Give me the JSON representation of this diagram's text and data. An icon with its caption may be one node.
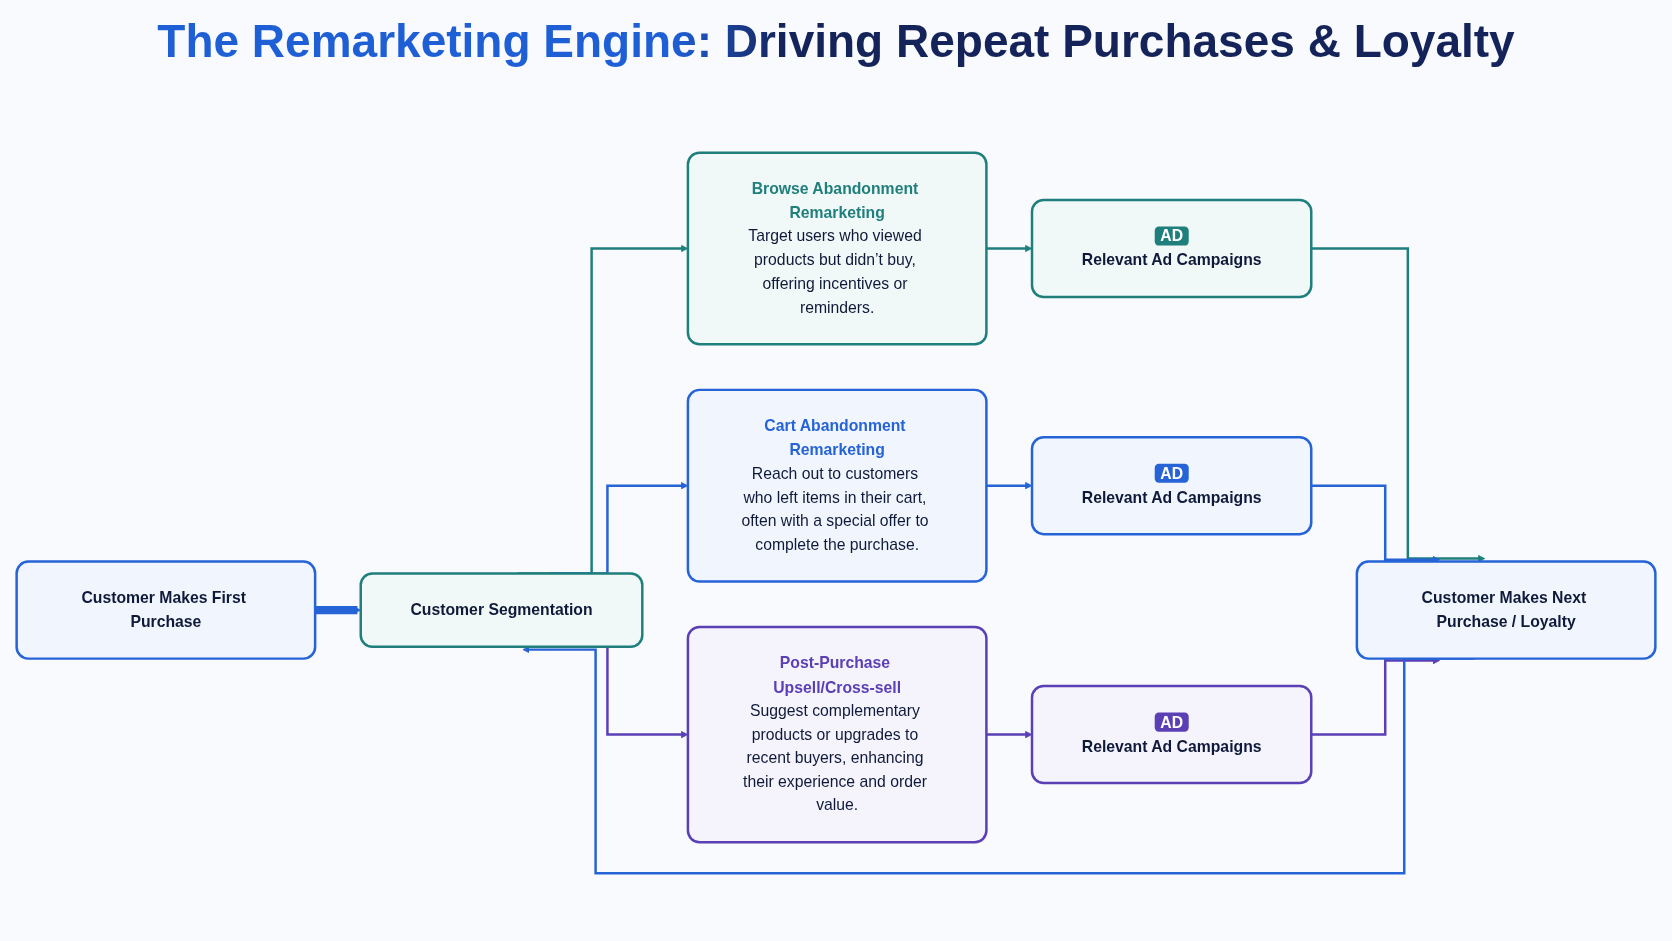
{
  "diagram": {
    "title": "The Remarketing Engine: Driving Repeat Purchases & Loyalty",
    "nodes": [
      {
        "text": [
          "Customer Makes First Purchase"
        ]
      },
      {
        "text": [
          "Customer Segmentation"
        ]
      },
      {
        "text": [
          "Browse Abandonment Remarketing",
          "Target users who viewed products but didn’t buy, offering incentives or reminders."
        ]
      },
      {
        "text": [
          "AD",
          "Relevant Ad Campaigns"
        ]
      },
      {
        "text": [
          "Cart Abandonment Remarketing",
          "Reach out to customers who left items in their cart, often with a special offer to complete the purchase."
        ]
      },
      {
        "text": [
          "AD",
          "Relevant Ad Campaigns"
        ]
      },
      {
        "text": [
          "Post-Purchase Upsell/Cross-sell",
          "Suggest complementary products or upgrades to recent buyers, enhancing their experience and order value."
        ]
      },
      {
        "text": [
          "AD",
          "Relevant Ad Campaigns"
        ]
      },
      {
        "text": [
          "Customer Makes Next Purchase / Loyalty"
        ]
      }
    ],
    "edges": [
      {
        "from": 0,
        "to": 1,
        "arrow": "to",
        "style": "thick"
      },
      {
        "from": 1,
        "to": 2,
        "arrow": "to",
        "color": "#1f7f7c"
      },
      {
        "from": 1,
        "to": 4,
        "arrow": "to"
      },
      {
        "from": 1,
        "to": 6,
        "arrow": "to",
        "color": "#5a3fb5"
      },
      {
        "from": 2,
        "to": 3,
        "arrow": "to",
        "color": "#1f7f7c"
      },
      {
        "from": 4,
        "to": 5,
        "arrow": "to"
      },
      {
        "from": 6,
        "to": 7,
        "arrow": "to",
        "color": "#5a3fb5"
      },
      {
        "from": 3,
        "to": 8,
        "arrow": "to",
        "color": "#1f7f7c"
      },
      {
        "from": 5,
        "to": 8,
        "arrow": "to"
      },
      {
        "from": 7,
        "to": 8,
        "arrow": "to",
        "color": "#5a3fb5"
      },
      {
        "from": 8,
        "to": 1,
        "arrow": "to"
      }
    ]
  }
}
